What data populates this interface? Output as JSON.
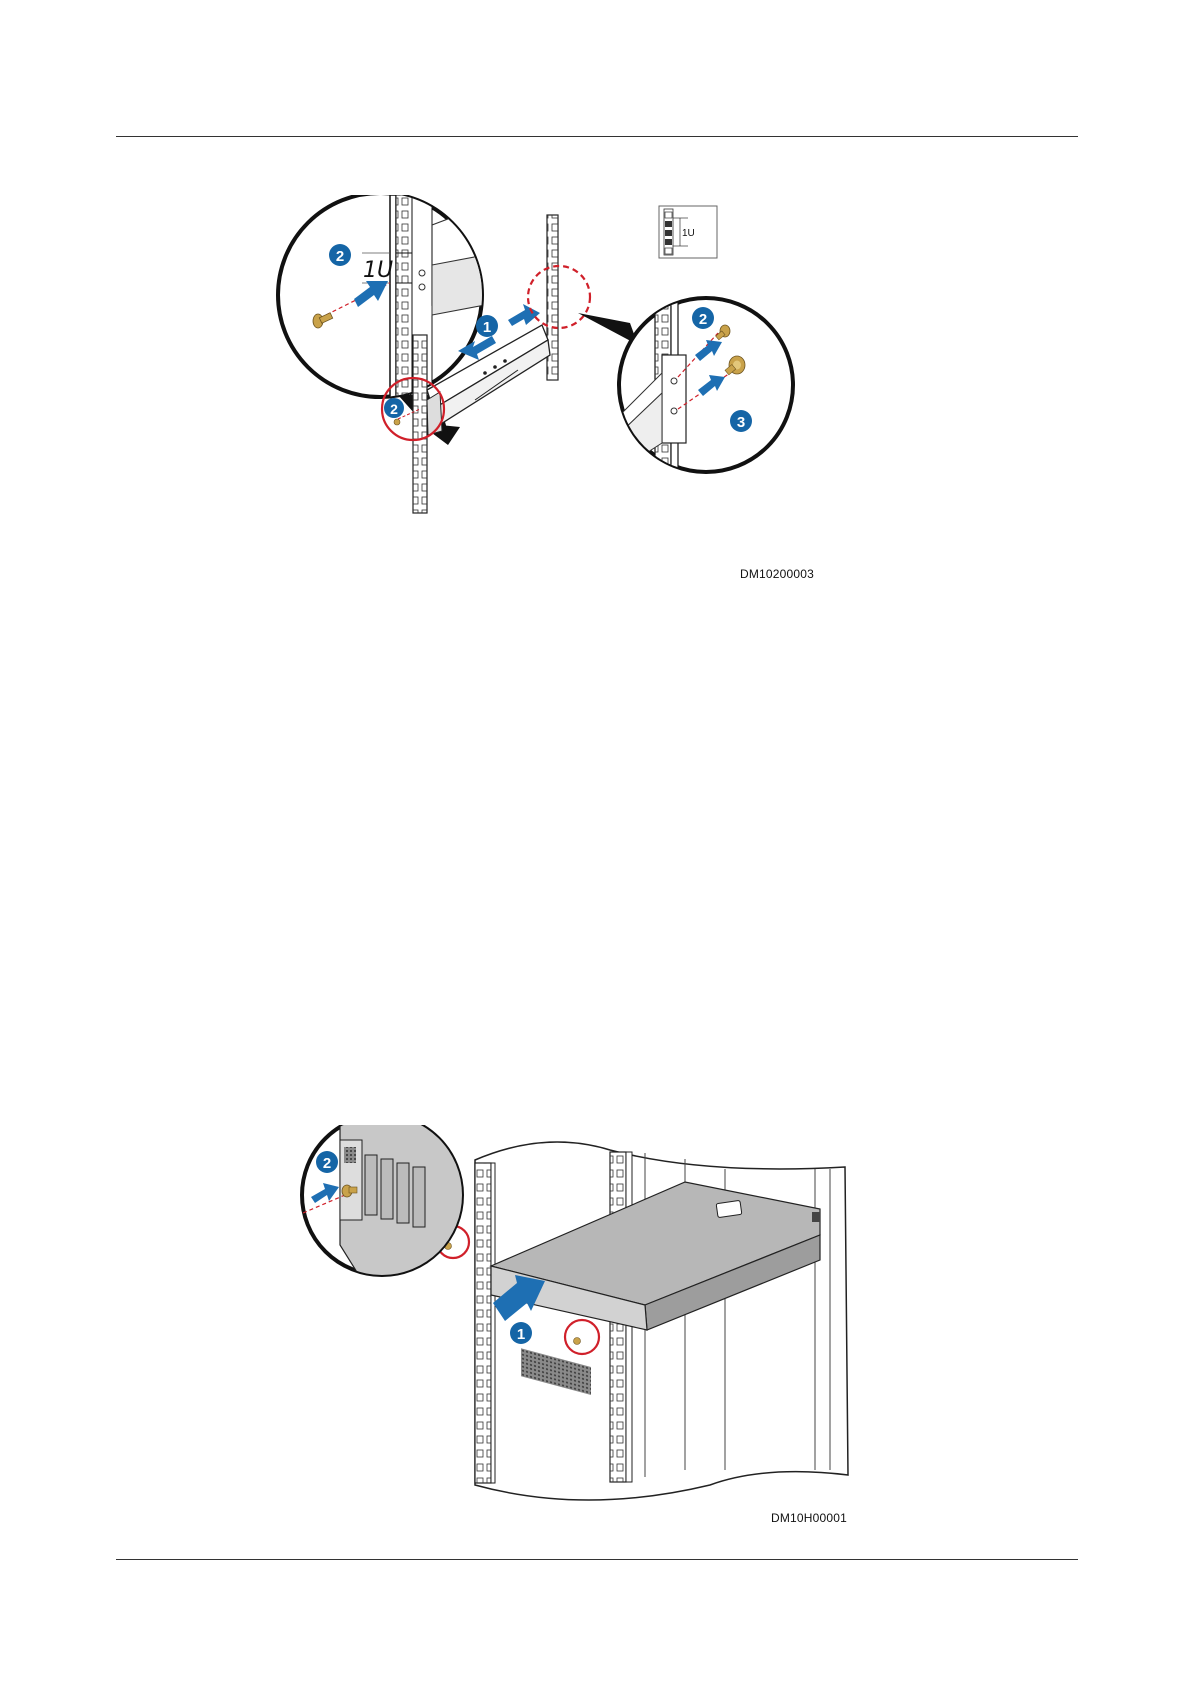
{
  "figure1": {
    "id_label": "DM10200003",
    "unit_label": "1U",
    "callout_unit_label": "1U",
    "steps": [
      "1",
      "2",
      "3"
    ]
  },
  "figure2": {
    "id_label": "DM10H00001",
    "steps": [
      "1",
      "2"
    ]
  },
  "colors": {
    "step_badge": "#1565a6",
    "arrow_blue": "#1e6fb3",
    "highlight_red": "#d0202a",
    "screw_brass": "#c9a24a",
    "server_body": "#b7b7b7"
  }
}
